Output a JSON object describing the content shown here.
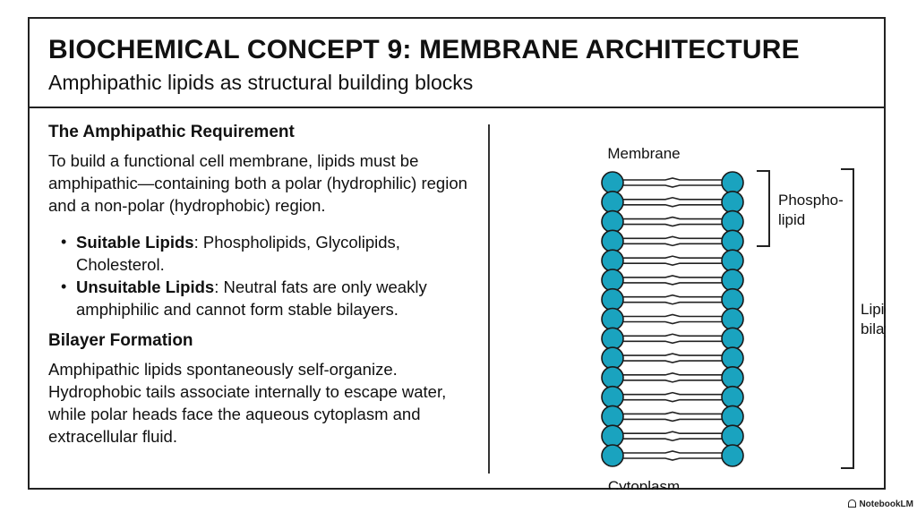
{
  "header": {
    "title": "BIOCHEMICAL CONCEPT 9: MEMBRANE ARCHITECTURE",
    "subtitle": "Amphipathic lipids as structural building blocks"
  },
  "left": {
    "section1_heading": "The Amphipathic Requirement",
    "section1_text": "To build a functional cell membrane, lipids must be amphipathic—containing both a polar (hydrophilic) region and a non-polar (hydrophobic) region.",
    "bullets": [
      {
        "label": "Suitable Lipids",
        "text": ": Phospholipids, Glycolipids, Cholesterol."
      },
      {
        "label": "Unsuitable Lipids",
        "text": ": Neutral fats are only weakly amphiphilic and cannot form stable bilayers."
      }
    ],
    "section2_heading": "Bilayer Formation",
    "section2_text": "Amphipathic lipids spontaneously self-organize. Hydrophobic tails associate internally to escape water, while polar heads face the aqueous cytoplasm and extracellular fluid."
  },
  "diagram": {
    "top_label": "Membrane",
    "bottom_label": "Cytoplasm",
    "phospholipid_label": [
      "Phospho-",
      "lipid"
    ],
    "bilayer_label": [
      "Lipid",
      "bilayer"
    ],
    "row_count": 15,
    "head_color": "#1aa3bf"
  },
  "watermark": "NotebookLM"
}
